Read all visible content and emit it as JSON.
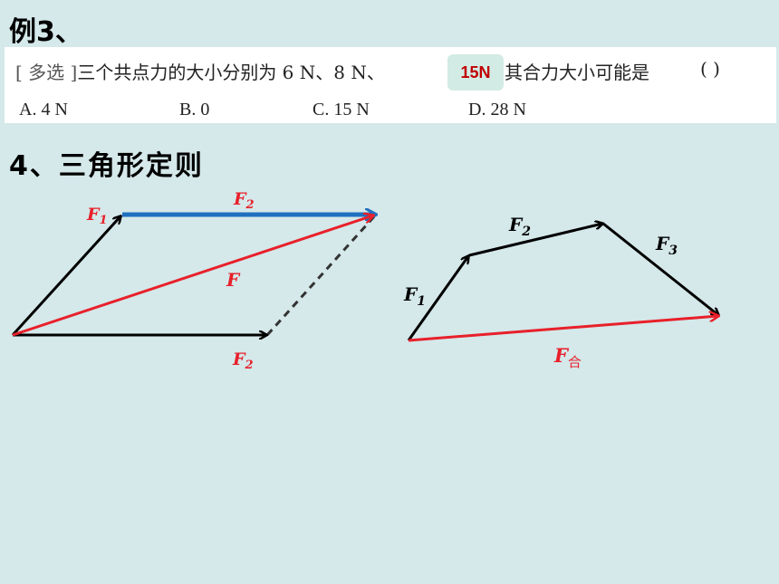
{
  "example_title": "例3、",
  "question": {
    "tag": "[ 多选 ]",
    "text": "三个共点力的大小分别为 6 N、8 N、",
    "highlight": "15N",
    "text_after": "其合力大小可能是",
    "paren": "(        )"
  },
  "options": [
    {
      "label": "A. 4 N"
    },
    {
      "label": "B. 0"
    },
    {
      "label": "C. 15 N"
    },
    {
      "label": "D. 28 N"
    }
  ],
  "section_title": "4、三角形定则",
  "diagram_left": {
    "labels": {
      "f1": "F",
      "f1_sub": "1",
      "f2_top": "F",
      "f2_top_sub": "2",
      "f": "F",
      "f2_bottom": "F",
      "f2_bottom_sub": "2"
    }
  },
  "diagram_right": {
    "labels": {
      "f1": "F",
      "f1_sub": "1",
      "f2": "F",
      "f2_sub": "2",
      "f3": "F",
      "f3_sub": "3",
      "fsum": "F",
      "fsum_sub": "合"
    }
  },
  "colors": {
    "background": "#d5e8ea",
    "red": "#e8202a",
    "blue": "#1f6fbf",
    "label_red": "#c00000"
  }
}
